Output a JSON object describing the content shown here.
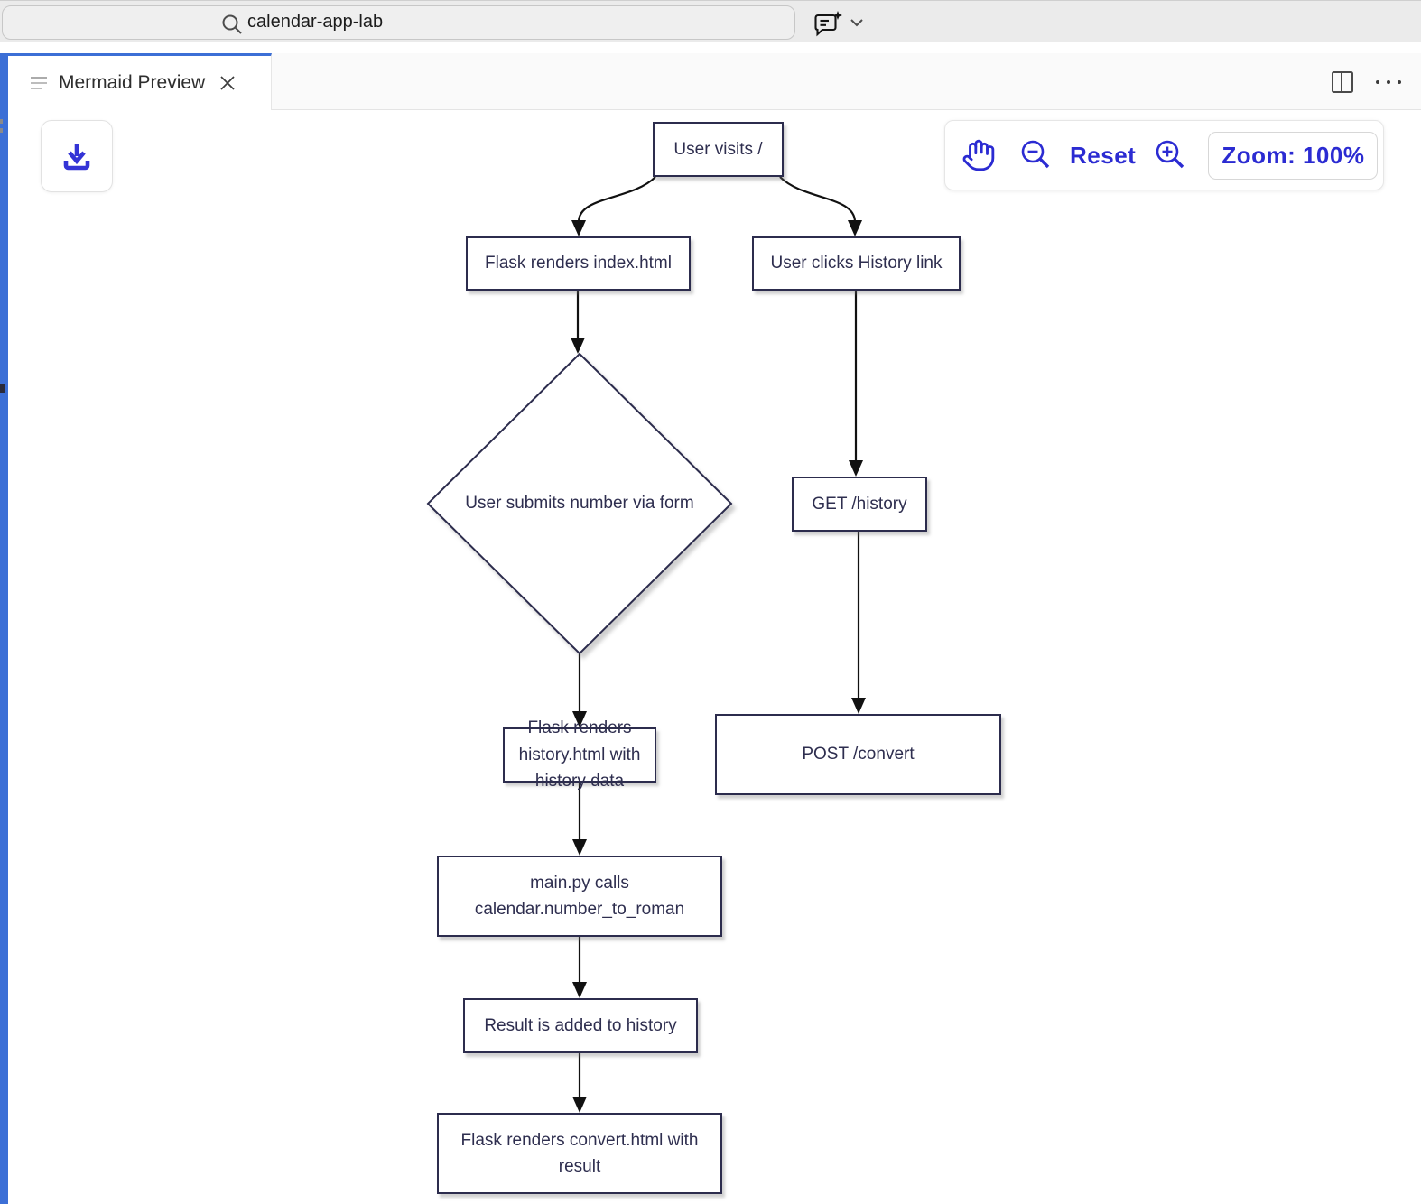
{
  "topbar": {
    "search_value": "calendar-app-lab",
    "icons": {
      "search": "search-icon",
      "ai_compose": "ai-chat-compose-icon",
      "expand": "chevron-down-icon"
    }
  },
  "tab": {
    "title": "Mermaid Preview",
    "close": "close-icon"
  },
  "strip_actions": {
    "split": "split-editor-icon",
    "more": "more-actions-icon"
  },
  "toolbar": {
    "download": "download-icon",
    "pan": "hand-icon",
    "zoom_out": "zoom-out-icon",
    "reset_label": "Reset",
    "zoom_in": "zoom-in-icon",
    "zoom_level": "Zoom: 100%"
  },
  "colors": {
    "panel_accent_blue": "#3c6fd6",
    "control_blue": "#2b2bd2",
    "node_border": "#2c2c4d",
    "node_text": "#2e2e4f",
    "edge_black": "#111111",
    "topbar_gray": "#ebebeb"
  },
  "diagram": {
    "type": "flowchart",
    "direction": "top-down",
    "nodes": [
      {
        "id": "A",
        "shape": "rect",
        "label": "User visits /"
      },
      {
        "id": "B",
        "shape": "rect",
        "label": "Flask renders index.html"
      },
      {
        "id": "C",
        "shape": "rect",
        "label": "User clicks History link"
      },
      {
        "id": "D",
        "shape": "diamond",
        "label": "User submits number via form"
      },
      {
        "id": "E",
        "shape": "rect",
        "label": "GET /history"
      },
      {
        "id": "F",
        "shape": "rect",
        "label": "POST /convert"
      },
      {
        "id": "G",
        "shape": "rect",
        "label": "Flask renders history.html with history data"
      },
      {
        "id": "H",
        "shape": "rect",
        "label": "main.py calls calendar.number_to_roman"
      },
      {
        "id": "I",
        "shape": "rect",
        "label": "Result is added to history"
      },
      {
        "id": "J",
        "shape": "rect",
        "label": "Flask renders convert.html with result"
      }
    ],
    "edges": [
      [
        "A",
        "B"
      ],
      [
        "A",
        "C"
      ],
      [
        "B",
        "D"
      ],
      [
        "C",
        "E"
      ],
      [
        "D",
        "F"
      ],
      [
        "E",
        "G"
      ],
      [
        "F",
        "H"
      ],
      [
        "H",
        "I"
      ],
      [
        "I",
        "J"
      ]
    ]
  }
}
